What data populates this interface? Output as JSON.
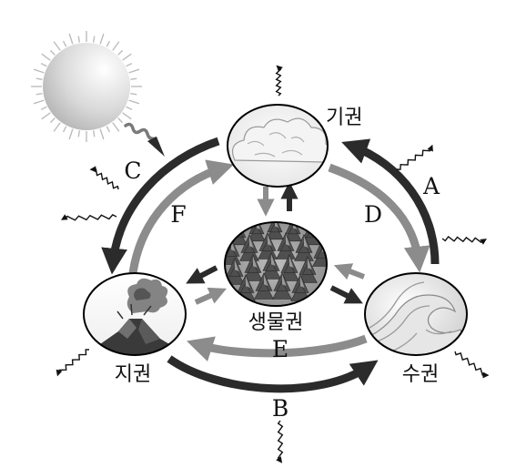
{
  "spheres": {
    "atmosphere": "기권",
    "biosphere": "생물권",
    "geosphere": "지권",
    "hydrosphere": "수권"
  },
  "arrows": {
    "a": "A",
    "b": "B",
    "c": "C",
    "d": "D",
    "e": "E",
    "f": "F"
  },
  "colors": {
    "dark_arrow": "#2b2b2b",
    "light_arrow": "#8c8c8c",
    "sun": "#cfcfcf",
    "outline": "#000000"
  },
  "icons": [
    "sun-icon",
    "cloud-icon",
    "forest-icon",
    "volcano-icon",
    "wave-icon",
    "wavy-radiation-icon"
  ]
}
